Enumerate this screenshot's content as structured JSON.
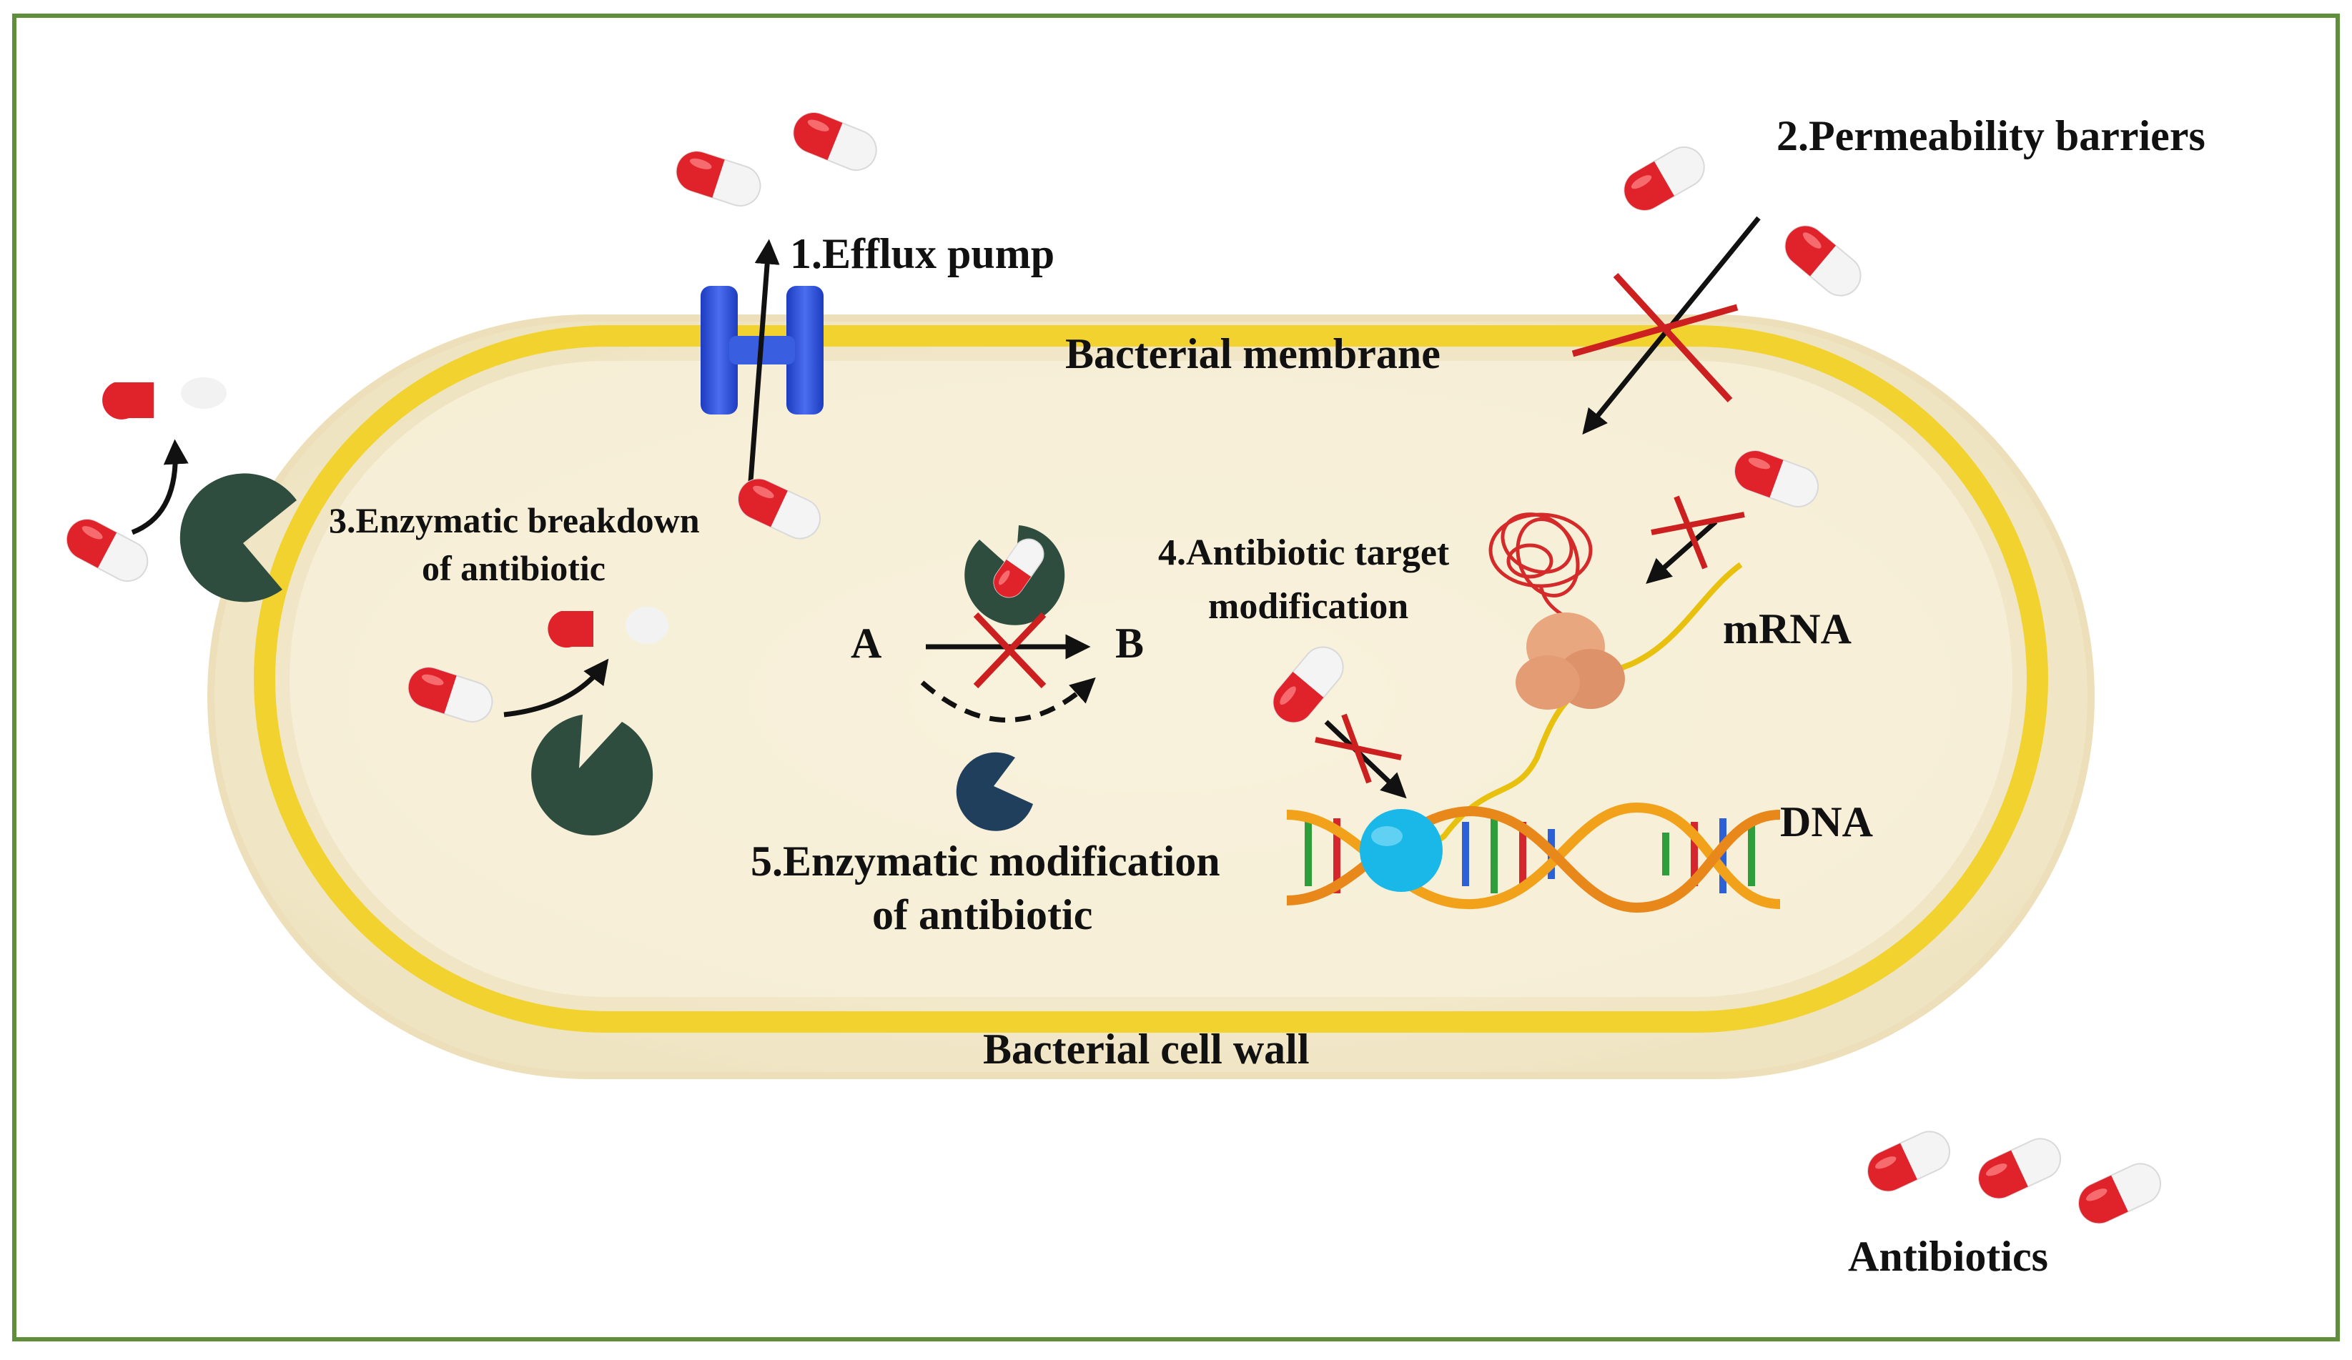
{
  "labels": {
    "efflux_pump": "1.Efflux pump",
    "permeability": "2.Permeability barriers",
    "enzymatic_breakdown_1": "3.Enzymatic breakdown",
    "enzymatic_breakdown_2": "of antibiotic",
    "target_mod_1": "4.Antibiotic target",
    "target_mod_2": "modification",
    "enzymatic_mod_1": "5.Enzymatic modification",
    "enzymatic_mod_2": "of antibiotic",
    "membrane": "Bacterial membrane",
    "cell_wall": "Bacterial cell wall",
    "mrna": "mRNA",
    "dna": "DNA",
    "antibiotics": "Antibiotics",
    "point_a": "A",
    "point_b": "B"
  },
  "colors": {
    "frame": "#5f8f3a",
    "cell_outer": "#efe6c8",
    "membrane": "#f2d22e",
    "cell_inner": "#f6efd8",
    "enzyme": "#2e4d3e",
    "enzyme_blue": "#1f3f5c",
    "pump": "#2f52d8",
    "capsule_red": "#e0222b",
    "capsule_white": "#f4f4f4",
    "block_x": "#cc1f1f",
    "ribosome": "#e9a77f",
    "dna_orange": "#f2a21a",
    "dna_node": "#19b8e8"
  }
}
